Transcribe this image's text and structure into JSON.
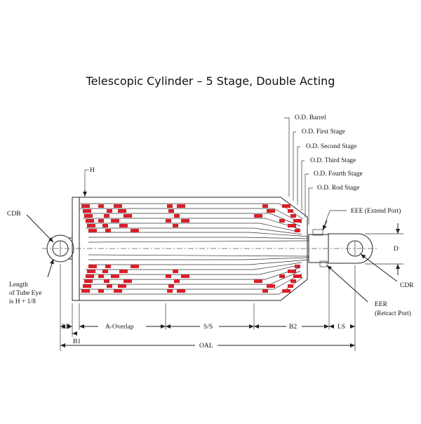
{
  "title": "Telescopic Cylinder – 5 Stage, Double Acting",
  "labels": {
    "od_barrel": "O.D. Barrel",
    "od_first": "O.D. First Stage",
    "od_second": "O.D. Second Stage",
    "od_third": "O.D. Third Stage",
    "od_fourth": "O.D. Fourth Stage",
    "od_rod": "O.D. Rod Stage",
    "h": "H",
    "cdb": "CDB",
    "eee": "EEE (Extend Port)",
    "d": "D",
    "cdr": "CDR",
    "eer_1": "EER",
    "eer_2": "(Retract Port)",
    "tube_eye_1": "Length",
    "tube_eye_2": "of Tube Eye",
    "tube_eye_3": "is H + 1/8",
    "lb": "LB",
    "a_overlap": "A-Overlap",
    "ss": "S/S",
    "b2": "B2",
    "ls": "LS",
    "b1": "B1",
    "oal": "OAL"
  },
  "colors": {
    "seal": "#d81f2a",
    "line": "#222222"
  }
}
